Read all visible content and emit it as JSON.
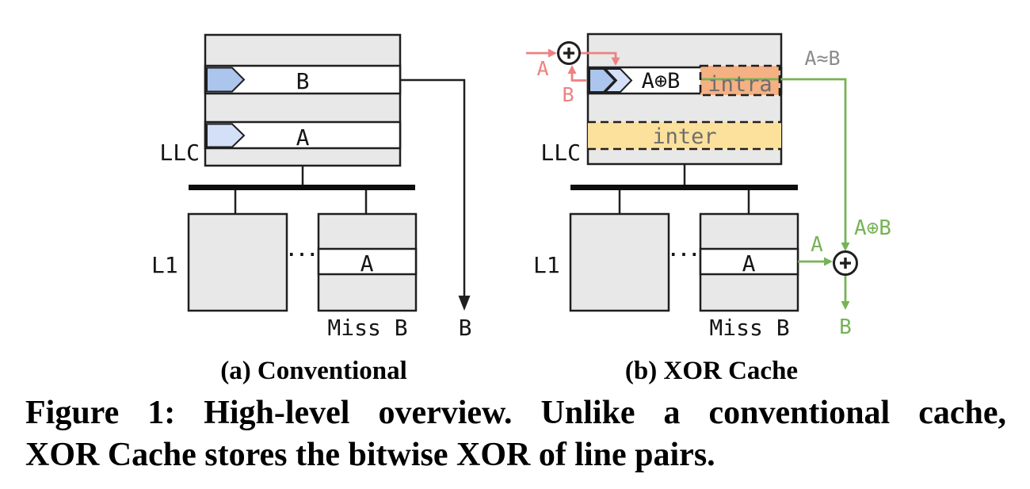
{
  "colors": {
    "line": "#1f1f1f",
    "box-fill": "#e8e8e8",
    "bus": "#0d0d0d",
    "blue-dark": "#abc5ec",
    "blue-light": "#d3e0f8",
    "orange": "#f5b183",
    "yellow": "#fce19c",
    "red": "#ee8181",
    "green": "#76b356",
    "gray-text": "#6e6e6e",
    "gray-text-light": "#8c8c8c"
  },
  "caption": {
    "line1": "Figure 1: High-level overview. Unlike a conventional cache,",
    "line2": "XOR Cache stores the bitwise XOR of line pairs."
  },
  "panel_a": {
    "subcaption": "(a) Conventional",
    "llc": "LLC",
    "cache_line_b": "B",
    "cache_line_a": "A",
    "l1": "L1",
    "ellipsis": "...",
    "l1_line_a": "A",
    "miss": "Miss B",
    "returned_line": "B"
  },
  "panel_b": {
    "subcaption": "(b) XOR Cache",
    "llc": "LLC",
    "xor_line": "A⊕B",
    "intra": "intra",
    "inter": "inter",
    "similarity": "A≈B",
    "input_a": "A",
    "input_b": "B",
    "l1": "L1",
    "ellipsis": "...",
    "l1_line_a": "A",
    "miss": "Miss B",
    "sent_line_a": "A",
    "sent_xor": "A⊕B",
    "decoded_b": "B"
  }
}
